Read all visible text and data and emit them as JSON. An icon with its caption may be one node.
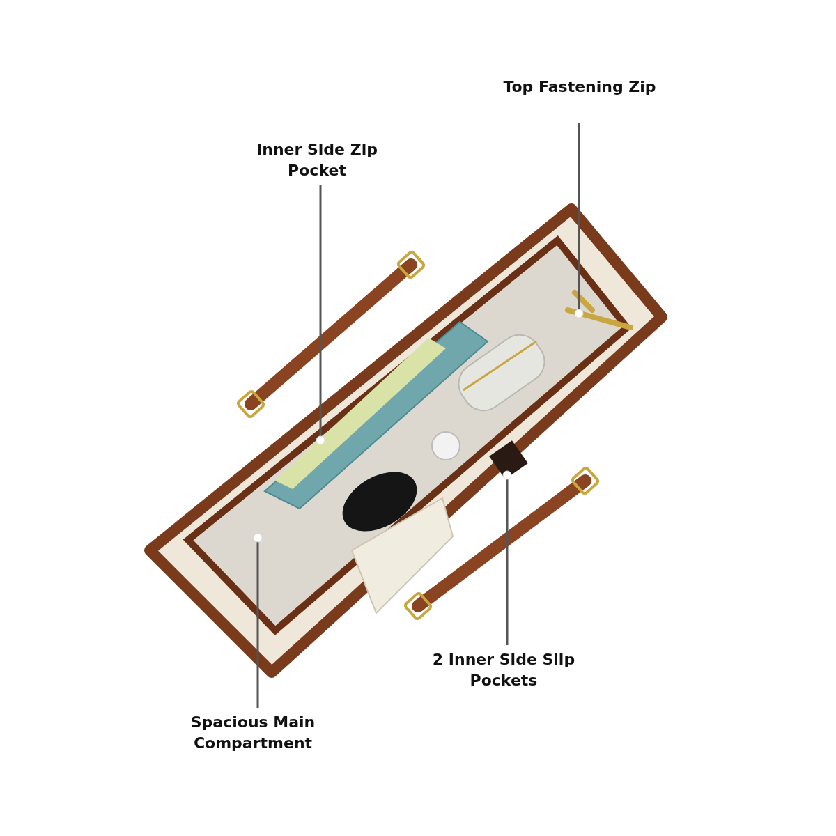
{
  "diagram": {
    "nodes": [
      {
        "text": [
          "Top Fastening Zip"
        ]
      },
      {
        "text": [
          "Inner Side Zip Pocket"
        ]
      },
      {
        "text": [
          "2 Inner Side Slip Pockets"
        ]
      },
      {
        "text": [
          "Spacious Main Compartment"
        ]
      }
    ],
    "edges": [
      {
        "from": 0,
        "to": null,
        "arrow": "other"
      },
      {
        "from": 1,
        "to": null,
        "arrow": "other"
      },
      {
        "from": 2,
        "to": null,
        "arrow": "other"
      },
      {
        "from": 3,
        "to": null,
        "arrow": "other"
      }
    ]
  }
}
